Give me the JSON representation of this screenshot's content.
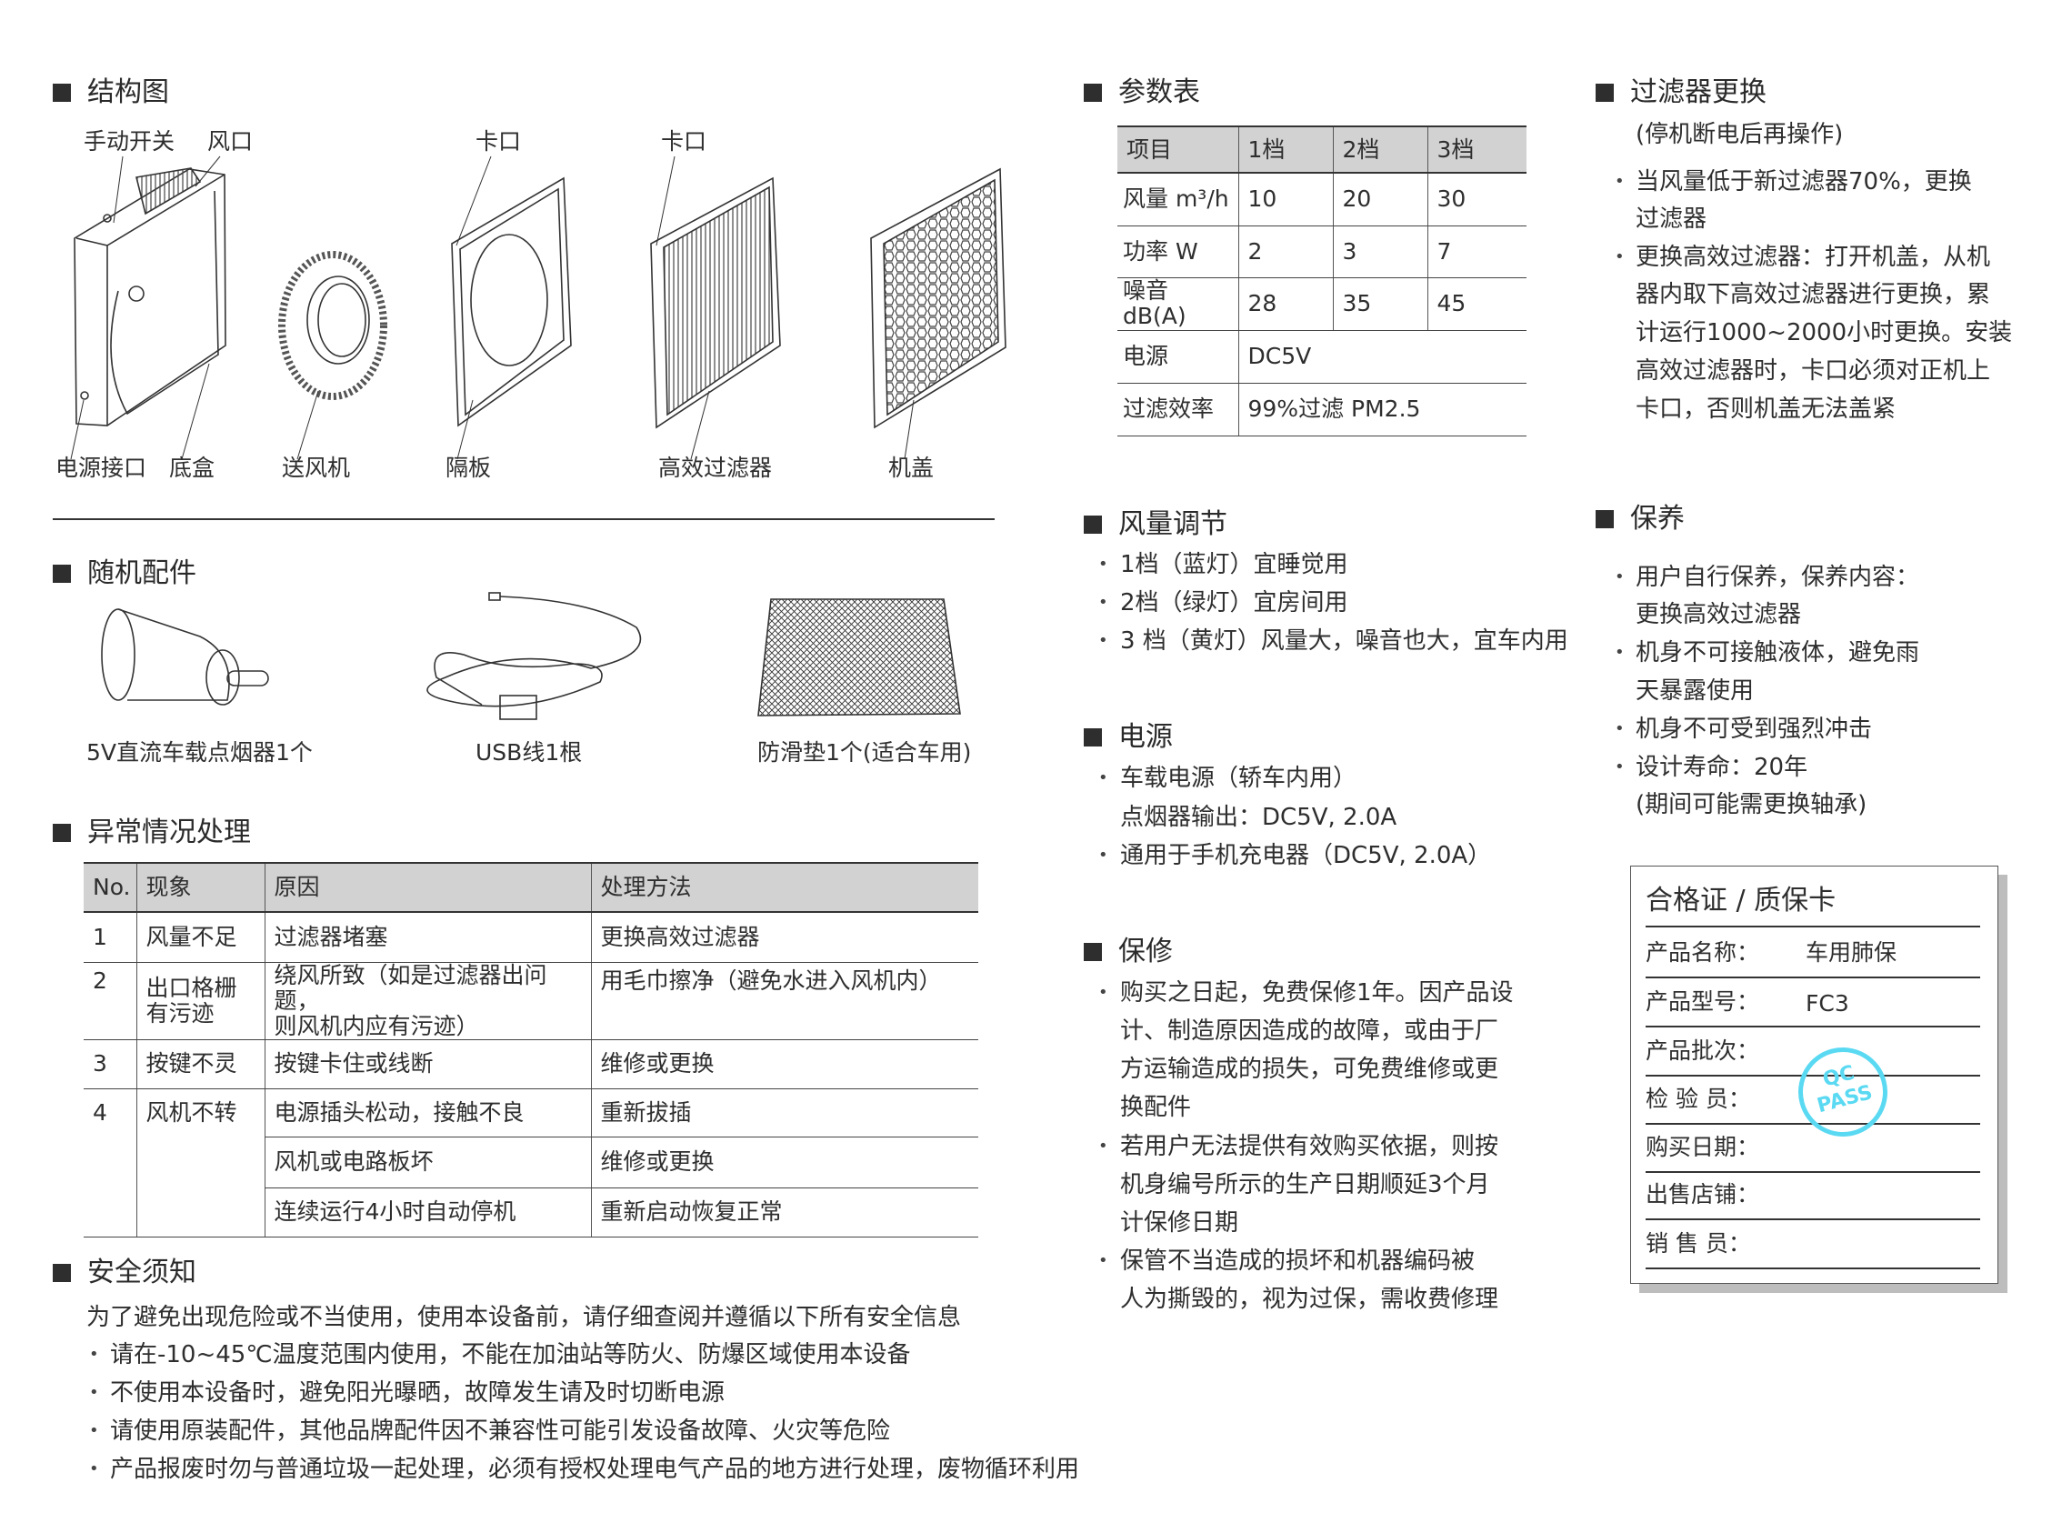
{
  "structure": {
    "title": "结构图",
    "labels": {
      "manual_switch": "手动开关",
      "air_outlet": "风口",
      "clip_partition": "卡口",
      "clip_filter": "卡口",
      "power_port": "电源接口",
      "base_box": "底盒",
      "blower": "送风机",
      "partition": "隔板",
      "hepa_filter": "高效过滤器",
      "cover": "机盖"
    }
  },
  "accessories": {
    "title": "随机配件",
    "items": [
      {
        "label": "5V直流车载点烟器1个",
        "icon": "car-charger-icon"
      },
      {
        "label": "USB线1根",
        "icon": "usb-cable-icon"
      },
      {
        "label": "防滑垫1个(适合车用)",
        "icon": "anti-slip-mat-icon"
      }
    ]
  },
  "troubleshooting": {
    "title": "异常情况处理",
    "headers": [
      "No.",
      "现象",
      "原因",
      "处理方法"
    ],
    "rows": [
      {
        "no": "1",
        "symptom": "风量不足",
        "cause": "过滤器堵塞",
        "fix": "更换高效过滤器"
      },
      {
        "no": "2",
        "symptom": "出口格栅\n有污迹",
        "cause": "绕风所致（如是过滤器出问题，\n则风机内应有污迹）",
        "fix": "用毛巾擦净（避免水进入风机内）"
      },
      {
        "no": "3",
        "symptom": "按键不灵",
        "cause": "按键卡住或线断",
        "fix": "维修或更换"
      },
      {
        "no": "4",
        "symptom": "风机不转",
        "cause": "电源插头松动，接触不良",
        "fix": "重新拔插"
      },
      {
        "cause": "风机或电路板坏",
        "fix": "维修或更换"
      },
      {
        "cause": "连续运行4小时自动停机",
        "fix": "重新启动恢复正常"
      }
    ]
  },
  "safety": {
    "title": "安全须知",
    "intro": "为了避免出现危险或不当使用，使用本设备前，请仔细查阅并遵循以下所有安全信息",
    "items": [
      "请在-10~45℃温度范围内使用，不能在加油站等防火、防爆区域使用本设备",
      "不使用本设备时，避免阳光曝晒，故障发生请及时切断电源",
      "请使用原装配件，其他品牌配件因不兼容性可能引发设备故障、火灾等危险",
      "产品报废时勿与普通垃圾一起处理，必须有授权处理电气产品的地方进行处理，废物循环利用"
    ]
  },
  "params": {
    "title": "参数表",
    "headers": [
      "项目",
      "1档",
      "2档",
      "3档"
    ],
    "rows": [
      [
        "风量 m³/h",
        "10",
        "20",
        "30"
      ],
      [
        "功率 W",
        "2",
        "3",
        "7"
      ],
      [
        "噪音 dB(A)",
        "28",
        "35",
        "45"
      ]
    ],
    "power": [
      "电源",
      "DC5V"
    ],
    "efficiency": [
      "过滤效率",
      "99%过滤 PM2.5"
    ]
  },
  "airflow": {
    "title": "风量调节",
    "items": [
      "1档（蓝灯）宜睡觉用",
      "2档（绿灯）宜房间用",
      "3 档（黄灯）风量大，噪音也大，宜车内用"
    ]
  },
  "power": {
    "title": "电源",
    "items": [
      {
        "lines": [
          "车载电源（轿车内用）",
          "点烟器输出：DC5V, 2.0A"
        ]
      },
      {
        "lines": [
          "通用于手机充电器（DC5V, 2.0A）"
        ]
      }
    ]
  },
  "warranty": {
    "title": "保修",
    "items": [
      {
        "lines": [
          "购买之日起，免费保修1年。因产品设",
          "计、制造原因造成的故障，或由于厂",
          "方运输造成的损失，可免费维修或更",
          "换配件"
        ]
      },
      {
        "lines": [
          "若用户无法提供有效购买依据，则按",
          "机身编号所示的生产日期顺延3个月",
          "计保修日期"
        ]
      },
      {
        "lines": [
          "保管不当造成的损坏和机器编码被",
          "人为撕毁的，视为过保，需收费修理"
        ]
      }
    ]
  },
  "filter_replace": {
    "title": "过滤器更换",
    "subtitle": "(停机断电后再操作)",
    "items": [
      {
        "lines": [
          "当风量低于新过滤器70%，更换",
          "过滤器"
        ]
      },
      {
        "lines": [
          "更换高效过滤器：打开机盖，从机",
          "器内取下高效过滤器进行更换，累",
          "计运行1000~2000小时更换。安装",
          "高效过滤器时，卡口必须对正机上",
          "卡口，否则机盖无法盖紧"
        ]
      }
    ]
  },
  "maintenance": {
    "title": "保养",
    "items": [
      {
        "lines": [
          "用户自行保养，保养内容：",
          "更换高效过滤器"
        ]
      },
      {
        "lines": [
          "机身不可接触液体，避免雨",
          "天暴露使用"
        ]
      },
      {
        "lines": [
          "机身不可受到强烈冲击"
        ]
      },
      {
        "lines": [
          "设计寿命：20年",
          "(期间可能需更换轴承)"
        ]
      }
    ]
  },
  "certificate": {
    "title": "合格证 / 质保卡",
    "fields": [
      {
        "label": "产品名称：",
        "value": "车用肺保"
      },
      {
        "label": "产品型号：",
        "value": "FC3"
      },
      {
        "label": "产品批次：",
        "value": ""
      },
      {
        "label": "检 验 员：",
        "value": ""
      },
      {
        "label": "购买日期：",
        "value": ""
      },
      {
        "label": "出售店铺：",
        "value": ""
      },
      {
        "label": "销 售 员：",
        "value": ""
      }
    ],
    "stamp": [
      "QC",
      "PASS"
    ],
    "stamp_color": "#5ad9f2"
  }
}
